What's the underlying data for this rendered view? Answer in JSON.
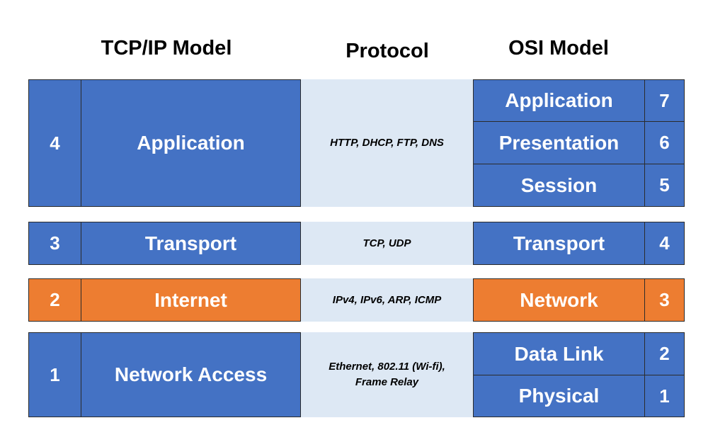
{
  "headers": {
    "tcpip": "TCP/IP Model",
    "protocol": "Protocol",
    "osi": "OSI Model"
  },
  "colors": {
    "blue": "#4472c4",
    "orange": "#ed7d31",
    "protocol_bg": "#dde8f4"
  },
  "tcpip_layers": [
    {
      "number": "4",
      "name": "Application",
      "protocols": "HTTP, DHCP, FTP, DNS"
    },
    {
      "number": "3",
      "name": "Transport",
      "protocols": "TCP, UDP"
    },
    {
      "number": "2",
      "name": "Internet",
      "protocols": "IPv4, IPv6, ARP, ICMP"
    },
    {
      "number": "1",
      "name": "Network Access",
      "protocols_line1": "Ethernet, 802.11 (Wi-fi),",
      "protocols_line2": "Frame Relay"
    }
  ],
  "osi_layers": [
    {
      "name": "Application",
      "number": "7"
    },
    {
      "name": "Presentation",
      "number": "6"
    },
    {
      "name": "Session",
      "number": "5"
    },
    {
      "name": "Transport",
      "number": "4"
    },
    {
      "name": "Network",
      "number": "3"
    },
    {
      "name": "Data Link",
      "number": "2"
    },
    {
      "name": "Physical",
      "number": "1"
    }
  ]
}
